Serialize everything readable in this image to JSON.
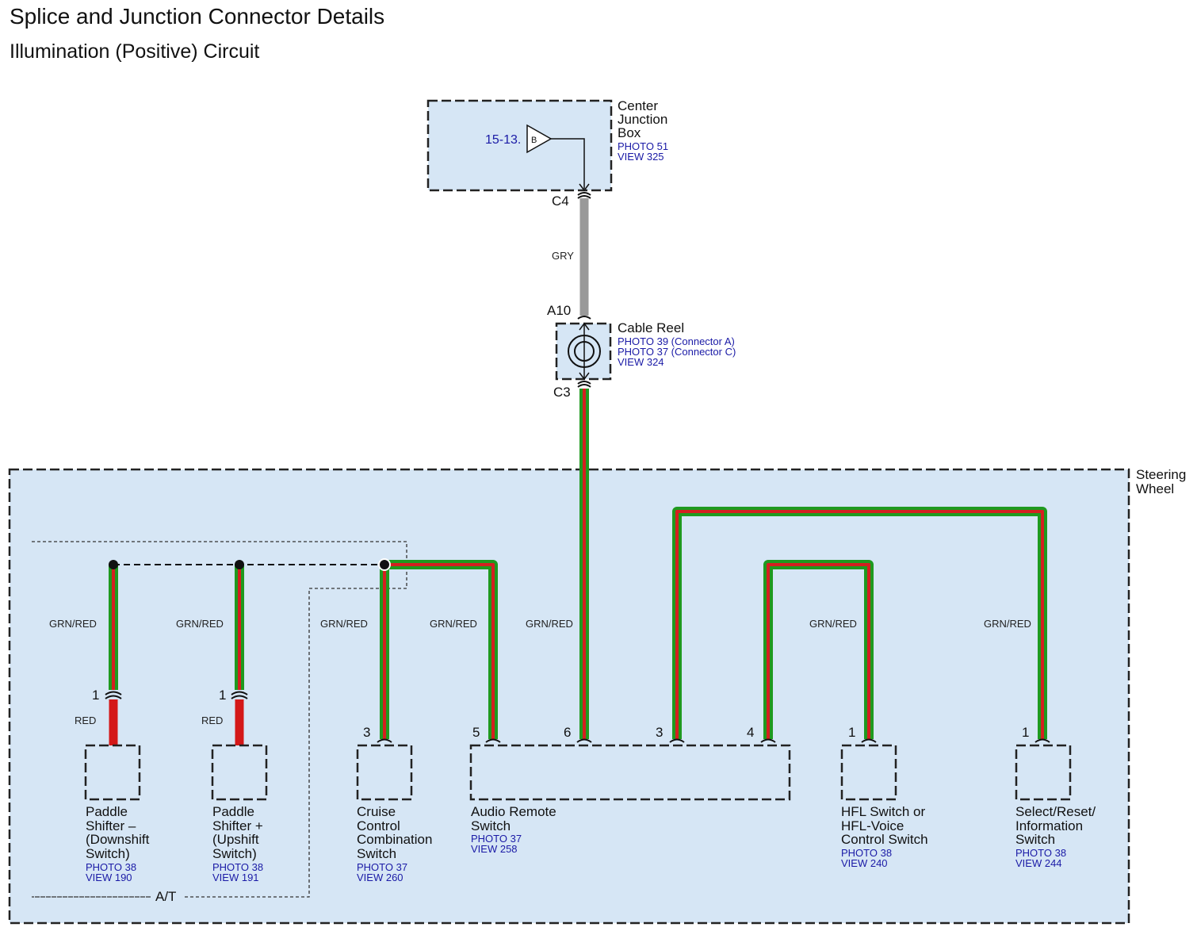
{
  "header": {
    "title": "Splice and Junction Connector Details",
    "subtitle": "Illumination (Positive) Circuit"
  },
  "center_junction_box": {
    "name_lines": [
      "Center",
      "Junction",
      "Box"
    ],
    "photo": "PHOTO 51",
    "view": "VIEW 325",
    "circuit_ref": "15-13.",
    "arrow_letter": "B",
    "connector": "C4"
  },
  "wire_top": {
    "color": "GRY",
    "hex": "#999999"
  },
  "cable_reel": {
    "name": "Cable Reel",
    "refs": [
      "PHOTO 39 (Connector A)",
      "PHOTO 37 (Connector C)",
      "VIEW 324"
    ],
    "top_connector": "A10",
    "bottom_connector": "C3"
  },
  "steering_wheel": {
    "name_lines": [
      "Steering",
      "Wheel"
    ]
  },
  "at_group": {
    "label": "A/T"
  },
  "wires": {
    "main_color": "GRN/RED",
    "paddle_color": "RED",
    "green_hex": "#1f9a1f",
    "red_hex": "#d42020"
  },
  "components": [
    {
      "id": "paddle-minus",
      "pin": "1",
      "name_lines": [
        "Paddle",
        "Shifter –",
        "(Downshift",
        "Switch)"
      ],
      "photo": "PHOTO 38",
      "view": "VIEW 190"
    },
    {
      "id": "paddle-plus",
      "pin": "1",
      "name_lines": [
        "Paddle",
        "Shifter +",
        "(Upshift",
        "Switch)"
      ],
      "photo": "PHOTO 38",
      "view": "VIEW 191"
    },
    {
      "id": "cruise",
      "pin": "3",
      "name_lines": [
        "Cruise",
        "Control",
        "Combination",
        "Switch"
      ],
      "photo": "PHOTO 37",
      "view": "VIEW 260"
    },
    {
      "id": "audio",
      "pins": [
        "5",
        "6",
        "3",
        "4"
      ],
      "name_lines": [
        "Audio Remote",
        "Switch"
      ],
      "photo": "PHOTO 37",
      "view": "VIEW 258"
    },
    {
      "id": "hfl",
      "pin": "1",
      "name_lines": [
        "HFL Switch or",
        "HFL-Voice",
        "Control Switch"
      ],
      "photo": "PHOTO 38",
      "view": "VIEW 240"
    },
    {
      "id": "select",
      "pin": "1",
      "name_lines": [
        "Select/Reset/",
        "Information",
        "Switch"
      ],
      "photo": "PHOTO 38",
      "view": "VIEW 244"
    }
  ]
}
